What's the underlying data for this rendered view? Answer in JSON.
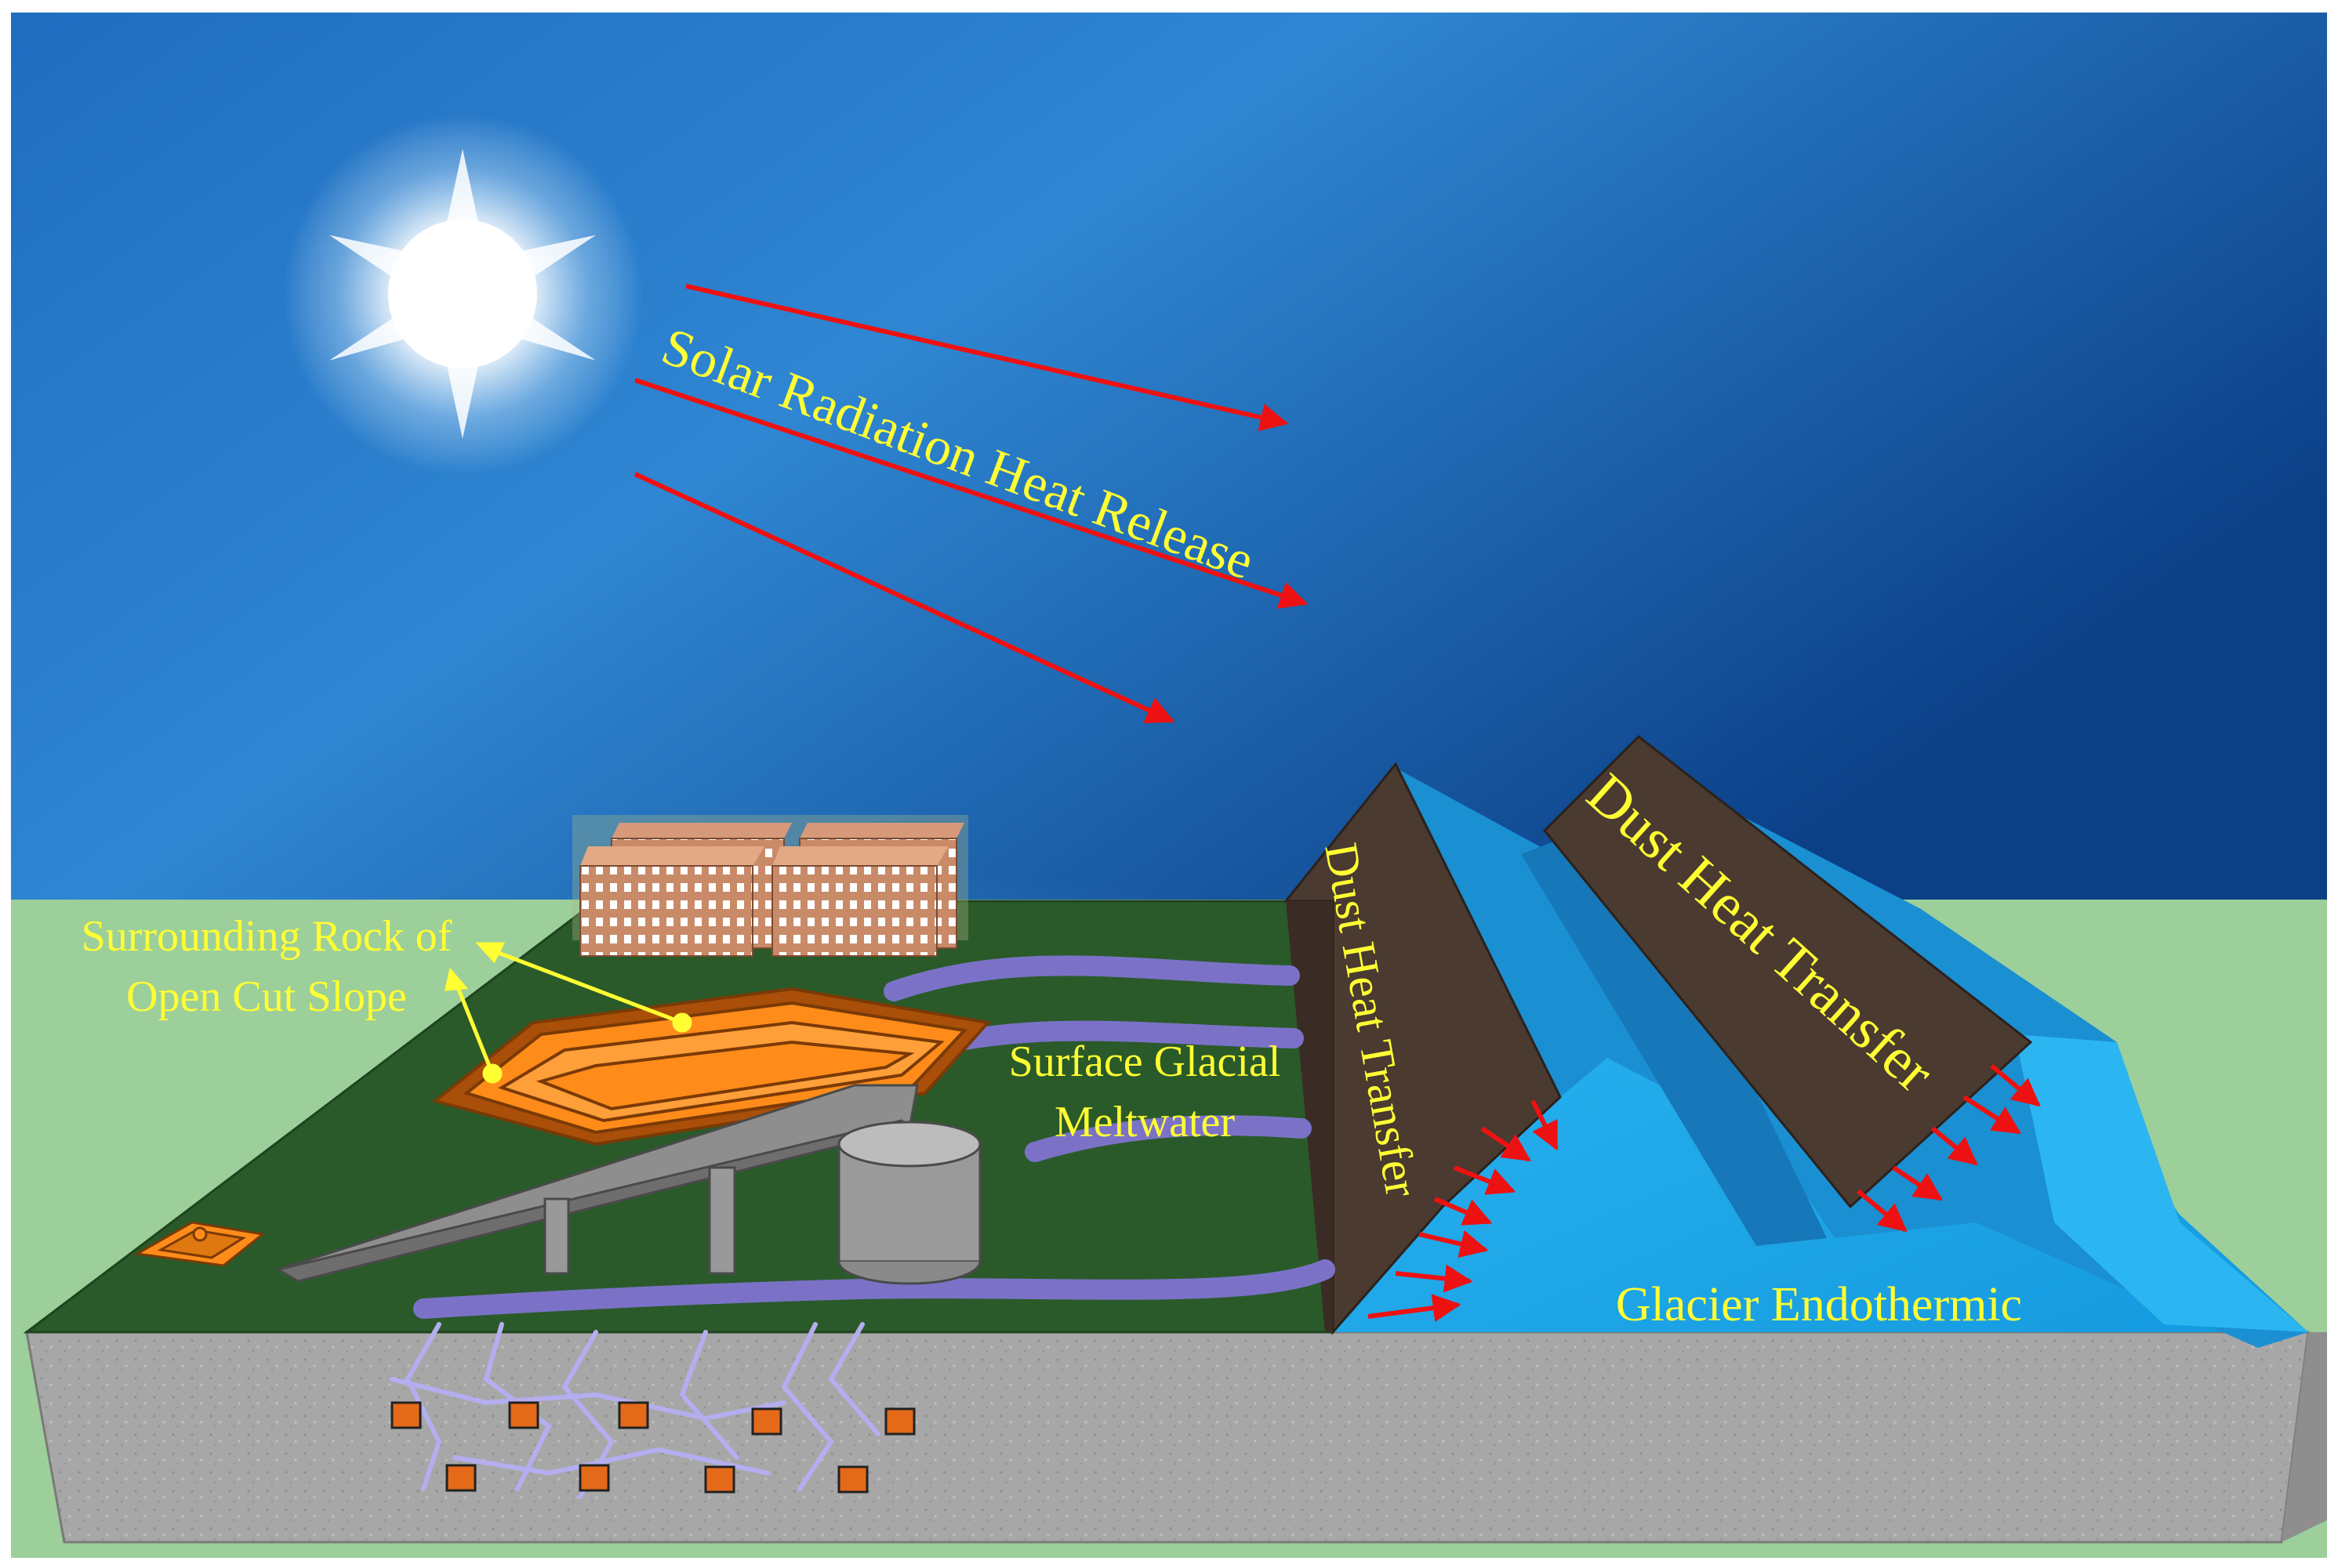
{
  "labels": {
    "solar": "Solar Radiation Heat Release",
    "rock_line1": "Surrounding Rock of",
    "rock_line2": "Open Cut Slope",
    "meltwater_line1": "Surface Glacial",
    "meltwater_line2": "Meltwater",
    "dust_left": "Dust Heat Transfer",
    "dust_right": "Dust Heat Transfer",
    "glacier": "Glacier Endothermic"
  },
  "colors": {
    "sky_top": "#0b3f86",
    "sky_mid": "#2f86d2",
    "sky_glow": "#7cc7ee",
    "horizon_ground": "#9ccf9a",
    "grass": "#2a5a2a",
    "soil_block": "#a9a9a9",
    "glacier": "#1aa7ea",
    "glacier_dark": "#1678b8",
    "dust_ridge": "#4a3a30",
    "pit_orange": "#ff8c1a",
    "stream": "#7b72c8",
    "conveyor": "#8e8e8e",
    "building": "#c98a68",
    "arrow_red": "#ee1111",
    "label_yellow": "#ffff33"
  },
  "icons": {
    "sun": "sun-icon",
    "buildings": "building-icon",
    "tank": "storage-tank-icon",
    "conveyor": "conveyor-icon"
  }
}
